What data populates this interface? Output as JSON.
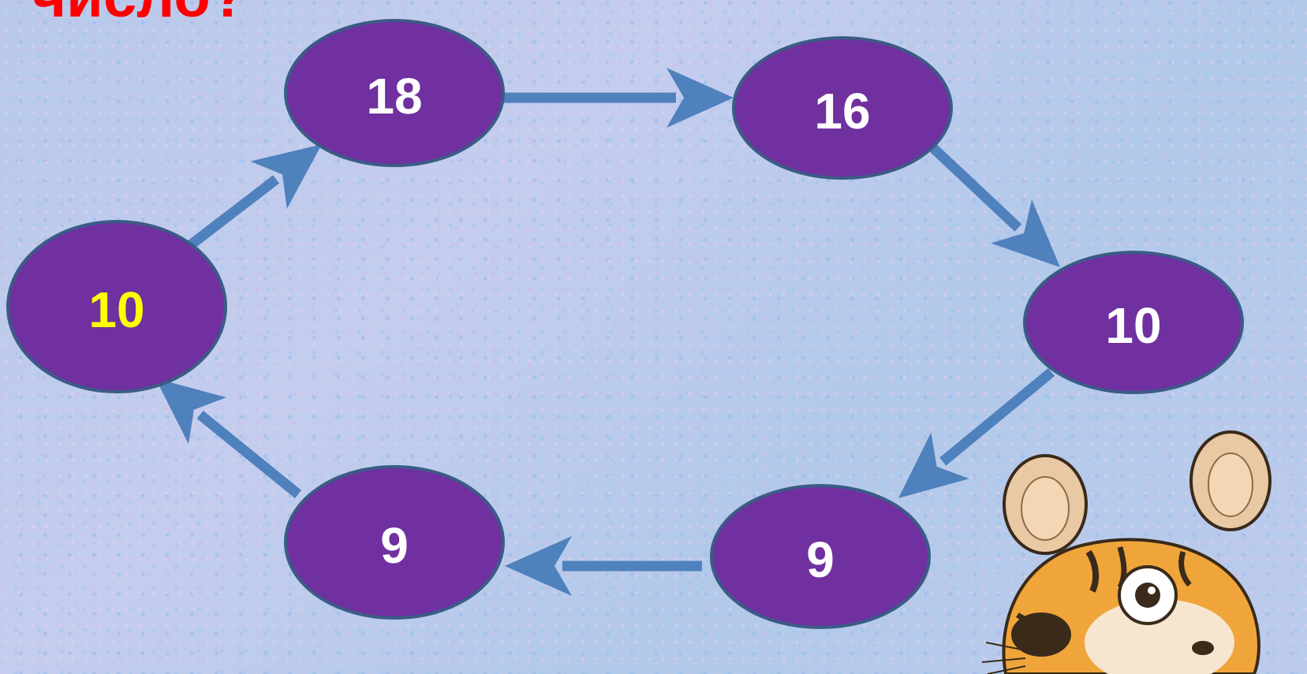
{
  "title": "число?",
  "nodes": [
    {
      "id": "n1",
      "label": "10",
      "color": "#ffff00"
    },
    {
      "id": "n2",
      "label": "18",
      "color": "#ffffff"
    },
    {
      "id": "n3",
      "label": "16",
      "color": "#ffffff"
    },
    {
      "id": "n4",
      "label": "10",
      "color": "#ffffff"
    },
    {
      "id": "n5",
      "label": "9",
      "color": "#ffffff"
    },
    {
      "id": "n6",
      "label": "9",
      "color": "#ffffff"
    }
  ],
  "edges": [
    {
      "from": "n1",
      "to": "n2"
    },
    {
      "from": "n2",
      "to": "n3"
    },
    {
      "from": "n3",
      "to": "n4"
    },
    {
      "from": "n4",
      "to": "n5"
    },
    {
      "from": "n5",
      "to": "n6"
    },
    {
      "from": "n6",
      "to": "n1"
    }
  ],
  "colors": {
    "node_fill": "#7030a0",
    "arrow": "#4f81bd",
    "title": "#ff0000"
  },
  "mascot": "tiger-cub-icon"
}
